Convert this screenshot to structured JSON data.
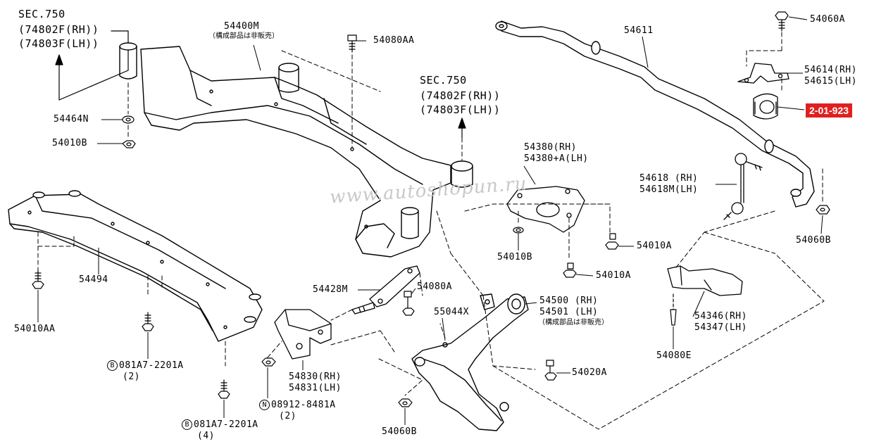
{
  "watermark": "www.autoshopun.ru",
  "section_refs": [
    {
      "sec": "SEC.750",
      "rh": "74802F(RH)",
      "lh": "74803F(LH)"
    },
    {
      "sec": "SEC.750",
      "rh": "74802F(RH)",
      "lh": "74803F(LH)"
    }
  ],
  "parts": {
    "p54400M": "54400M",
    "p54400M_note": "（構成部品は非販売）",
    "p54080AA": "54080AA",
    "p54464N": "54464N",
    "p54010B_top": "54010B",
    "p54611": "54611",
    "p54060A": "54060A",
    "p54614": "54614(RH)",
    "p54615": "54615(LH)",
    "highlight": "2-01-923",
    "p54380": "54380(RH)",
    "p54380A": "54380+A(LH)",
    "p54618": "54618 (RH)",
    "p54618M": "54618M(LH)",
    "p54010B_mid": "54010B",
    "p54010A_1": "54010A",
    "p54010A_2": "54010A",
    "p54060B_right": "54060B",
    "p54494": "54494",
    "p54428M": "54428M",
    "p54080A": "54080A",
    "p55044X": "55044X",
    "p54500": "54500 (RH)",
    "p54501": "54501 (LH)",
    "p54501_note": "（構成部品は非販売）",
    "p54346": "54346(RH)",
    "p54347": "54347(LH)",
    "p54010AA": "54010AA",
    "p54080E": "54080E",
    "p54020A": "54020A",
    "b_code1": "B",
    "b_part1": "081A7-2201A",
    "b_qty1": "(2)",
    "p54830": "54830(RH)",
    "p54831": "54831(LH)",
    "n_code": "N",
    "n_part": "08912-8481A",
    "n_qty": "(2)",
    "b_code2": "B",
    "b_part2": "081A7-2201A",
    "b_qty2": "(4)",
    "p54060B_bottom": "54060B"
  }
}
